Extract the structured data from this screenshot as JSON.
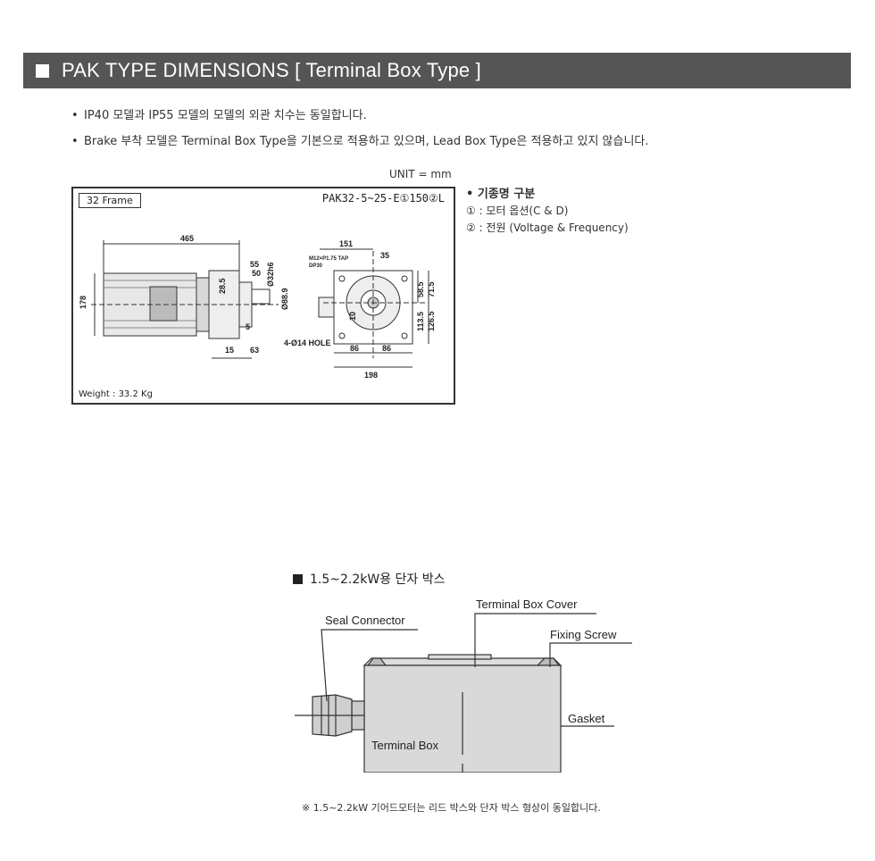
{
  "header": {
    "title": "PAK TYPE DIMENSIONS [ Terminal Box Type ]"
  },
  "notes": [
    "IP40 모델과 IP55 모델의 모델의 외관 치수는 동일합니다.",
    "Brake 부착 모델은 Terminal Box Type을 기본으로 적용하고 있으며, Lead Box Type은 적용하고 있지 않습니다."
  ],
  "drawing": {
    "unit": "UNIT = mm",
    "frame": "32 Frame",
    "model": "PAK32-5~25-E①150②L",
    "weight": "Weight : 33.2 Kg",
    "dims": {
      "d465": "465",
      "d178": "178",
      "d28_5": "28.5",
      "d55": "55",
      "d50": "50",
      "d32h6": "Ø32h6",
      "d88": "Ø88.9",
      "d5": "5",
      "d15": "15",
      "d63": "63",
      "d151": "151",
      "tap": "M12×P1.75 TAP",
      "dp": "DP30",
      "d35": "35",
      "d10": "10",
      "d58_5": "58.5",
      "d71_5": "71.5",
      "d113_5": "113.5",
      "d126_5": "126.5",
      "hole": "4-Ø14 HOLE",
      "d86a": "86",
      "d86b": "86",
      "d198": "198"
    }
  },
  "legend": {
    "title": "• 기종명 구분",
    "items": [
      "① : 모터 옵션(C & D)",
      "② : 전원 (Voltage & Frequency)"
    ]
  },
  "terminal": {
    "subtitle": "1.5~2.2kW용 단자 박스",
    "labels": {
      "cover": "Terminal Box Cover",
      "seal": "Seal Connector",
      "screw": "Fixing Screw",
      "gasket": "Gasket",
      "box": "Terminal Box"
    },
    "note": "※ 1.5~2.2kW 기어드모터는 리드 박스와 단자 박스 형상이 동일합니다."
  }
}
